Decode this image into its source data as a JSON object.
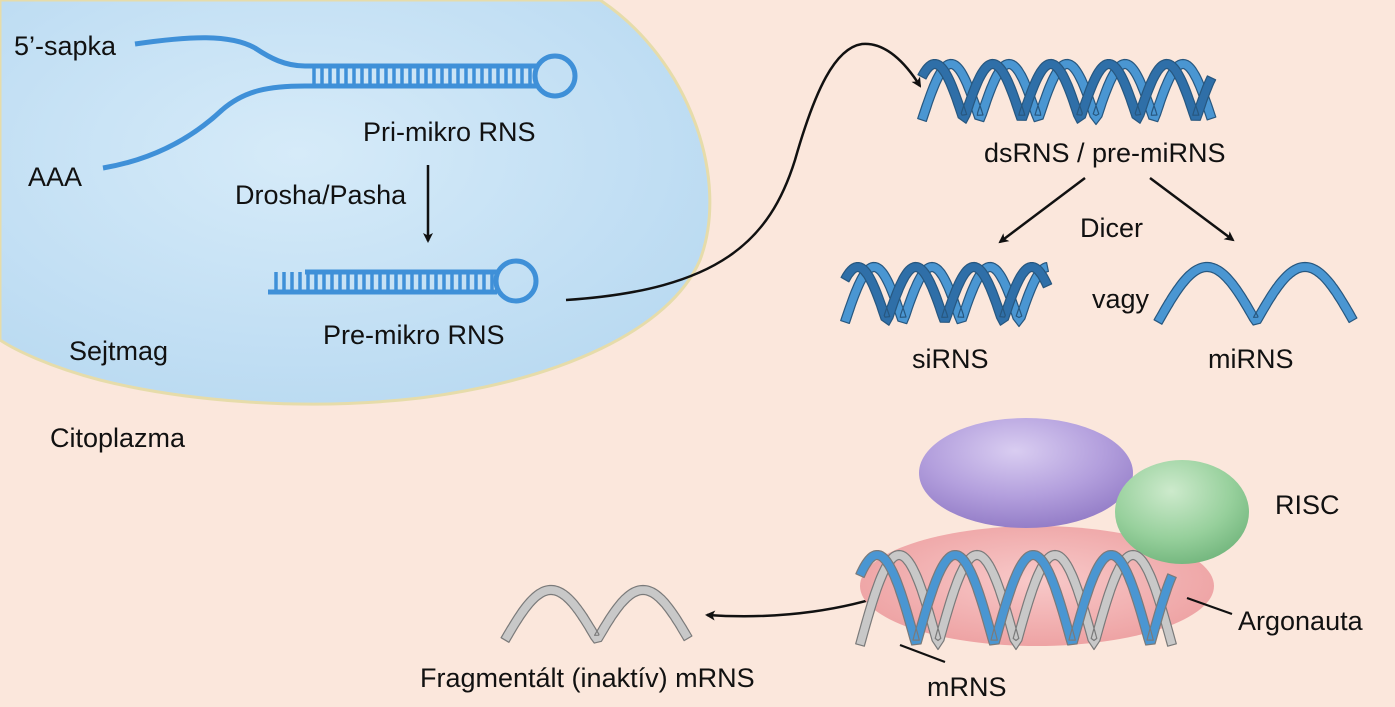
{
  "labels": {
    "cap": "5’-sapka",
    "polya": "AAA",
    "pri_mirna": "Pri-mikro RNS",
    "drosha": "Drosha/Pasha",
    "pre_mirna": "Pre-mikro RNS",
    "nucleus": "Sejtmag",
    "cytoplasm": "Citoplazma",
    "dsrna": "dsRNS / pre-miRNS",
    "dicer": "Dicer",
    "or": "vagy",
    "sirna": "siRNS",
    "mirna": "miRNS",
    "risc": "RISC",
    "argonaute": "Argonauta",
    "mrna": "mRNS",
    "fragmented": "Fragmentált (inaktív) mRNS"
  },
  "colors": {
    "background": "#fbe7dc",
    "nucleus_fill": "#c4e0f4",
    "nucleus_edge": "#e6dcaa",
    "rna_blue": "#3f90d8",
    "helix_blue": "#4a96d2",
    "helix_gray": "#c8c8c8",
    "risc_purple": "#a791d6",
    "risc_green": "#8ccc96",
    "argonaute_pink": "#efa2a2"
  }
}
